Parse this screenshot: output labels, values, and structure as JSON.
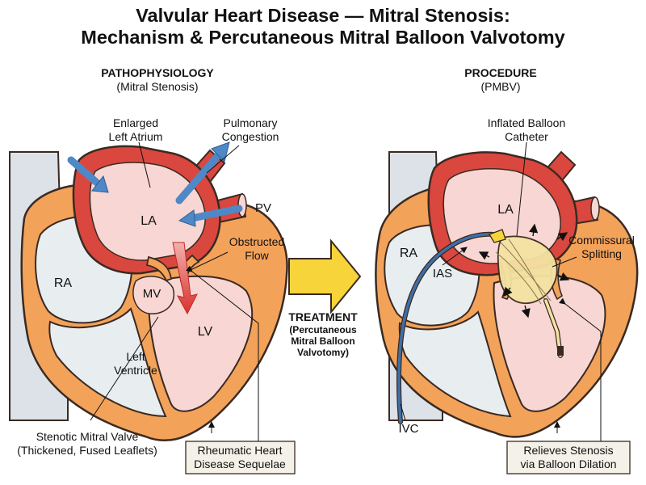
{
  "title": {
    "line1": "Valvular Heart Disease — Mitral Stenosis:",
    "line2": "Mechanism & Percutaneous Mitral Balloon Valvotomy"
  },
  "left_panel": {
    "heading": "PATHOPHYSIOLOGY",
    "subheading": "(Mitral Stenosis)",
    "labels": {
      "enlarged_la_1": "Enlarged",
      "enlarged_la_2": "Left Atrium",
      "pulm_cong_1": "Pulmonary",
      "pulm_cong_2": "Congestion",
      "pv": "PV",
      "la": "LA",
      "ra": "RA",
      "mv": "MV",
      "lv": "LV",
      "obstructed_1": "Obstructed",
      "obstructed_2": "Flow",
      "left_ventricle_1": "Left",
      "left_ventricle_2": "Ventricle",
      "stenotic_1": "Stenotic Mitral Valve",
      "stenotic_2": "(Thickened, Fused Leaflets)",
      "rheumatic_1": "Rheumatic Heart",
      "rheumatic_2": "Disease Sequelae"
    }
  },
  "middle": {
    "treatment_1": "TREATMENT",
    "treatment_2": "(Percutaneous",
    "treatment_3": "Mitral Balloon",
    "treatment_4": "Valvotomy)"
  },
  "right_panel": {
    "heading": "PROCEDURE",
    "subheading": "(PMBV)",
    "labels": {
      "balloon_1": "Inflated Balloon",
      "balloon_2": "Catheter",
      "la": "LA",
      "ra": "RA",
      "ias": "IAS",
      "commissural_1": "Commissural",
      "commissural_2": "Splitting",
      "ivc": "IVC",
      "relieves_1": "Relieves Stenosis",
      "relieves_2": "via Balloon Dilation"
    }
  },
  "colors": {
    "myocardium": "#f3a25a",
    "outline": "#3a2a22",
    "chamber": "#f7d6d3",
    "atrium_wall": "#d9473f",
    "right_heart": "#e8edf0",
    "vessel": "#dce2e7",
    "flow_arrow": "#4f88c6",
    "treatment_arrow": "#f6d43a",
    "catheter": "#3f6fa8",
    "balloon": "#f4e3a3",
    "callout_box": "#f4f2e8"
  }
}
